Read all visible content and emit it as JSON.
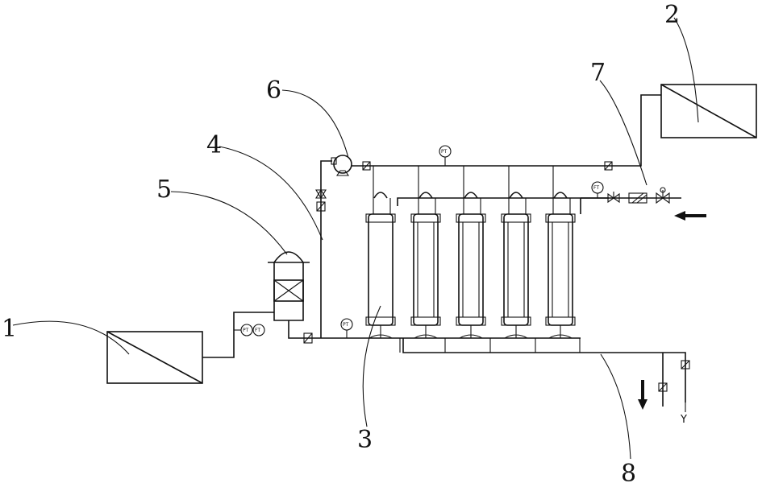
{
  "labels": {
    "tank_raw": "1",
    "tank_product": "2",
    "membrane_module": "3",
    "pipe_feed": "4",
    "prefilter": "5",
    "pump": "6",
    "pipe_return": "7",
    "pipe_concentrate": "8"
  },
  "gauges": {
    "pt_main": "PT",
    "pt_feed": "PT",
    "pt_inlet": "FT",
    "p_tank_1": "PT",
    "p_tank_2": "FT"
  },
  "outlet_symbol": "Y",
  "colors": {
    "line": "#111111",
    "background": "#ffffff"
  }
}
